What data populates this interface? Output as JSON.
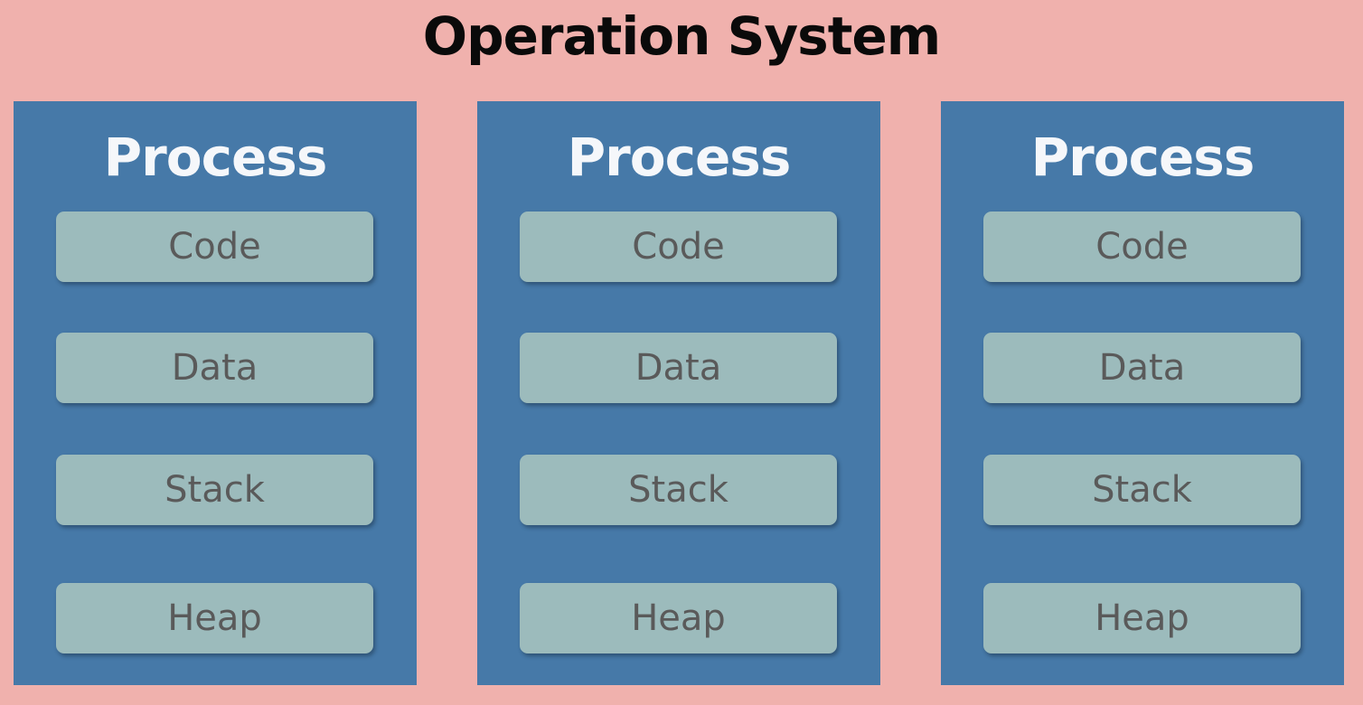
{
  "diagram": {
    "title": "Operation System",
    "processes": [
      {
        "title": "Process",
        "segments": [
          "Code",
          "Data",
          "Stack",
          "Heap"
        ]
      },
      {
        "title": "Process",
        "segments": [
          "Code",
          "Data",
          "Stack",
          "Heap"
        ]
      },
      {
        "title": "Process",
        "segments": [
          "Code",
          "Data",
          "Stack",
          "Heap"
        ]
      }
    ]
  },
  "colors": {
    "os_background": "#f0b1ad",
    "process_background": "#4679a8",
    "segment_background": "#9cbbbc",
    "title_text": "#0a0a0a",
    "process_title_text": "#f5f7fa",
    "segment_text": "#5a5a5a"
  }
}
